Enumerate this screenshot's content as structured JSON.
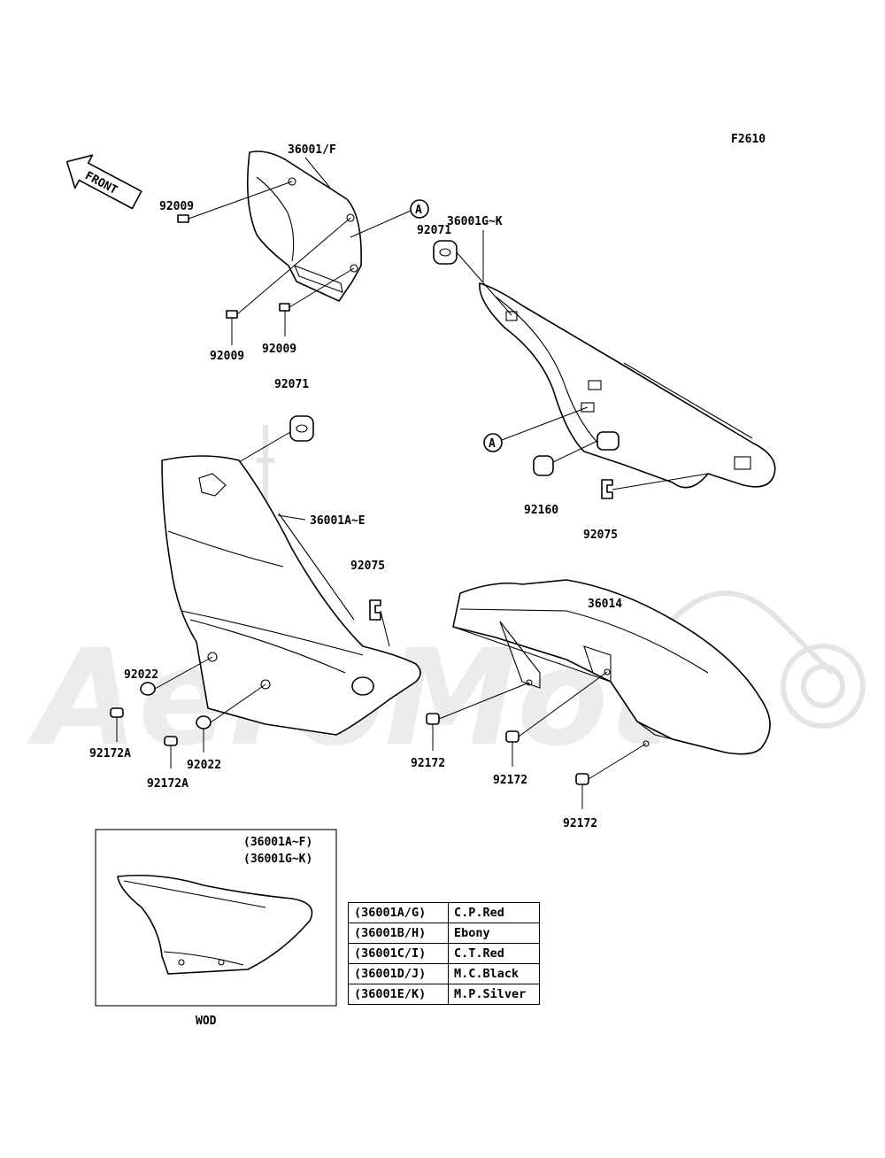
{
  "diagram": {
    "ref_code": "F2610",
    "front_label": "FRONT",
    "callout_letter": "A",
    "inset_codes": [
      "(36001A~F)",
      "(36001G~K)"
    ],
    "inset_caption": "WOD",
    "parts": {
      "p36001F": "36001/F",
      "p36001GK": "36001G~K",
      "p36001AE": "36001A~E",
      "p36014": "36014",
      "p92009": "92009",
      "p92071": "92071",
      "p92075": "92075",
      "p92160": "92160",
      "p92022": "92022",
      "p92172": "92172",
      "p92172A": "92172A"
    }
  },
  "color_table": [
    {
      "code": "(36001A/G)",
      "color": "C.P.Red"
    },
    {
      "code": "(36001B/H)",
      "color": "Ebony"
    },
    {
      "code": "(36001C/I)",
      "color": "C.T.Red"
    },
    {
      "code": "(36001D/J)",
      "color": "M.C.Black"
    },
    {
      "code": "(36001E/K)",
      "color": "M.P.Silver"
    }
  ]
}
